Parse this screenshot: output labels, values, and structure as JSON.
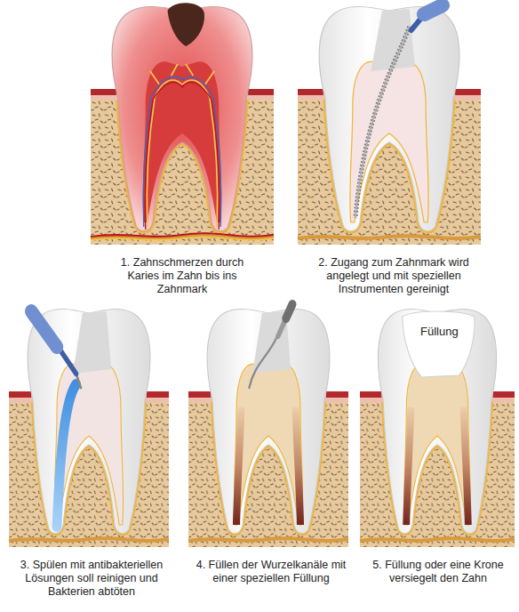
{
  "diagram": {
    "labels": [
      "1. Zahnschmerzen durch Karies im Zahn bis ins Zahnmark",
      "2. Zugang zum Zahnmark wird angelegt und mit speziellen Instrumenten gereinigt",
      "3. Spülen mit antibakteriellen Lösungen soll reinigen und Bakterien abtöten",
      "4. Füllen der Wurzelkanäle mit einer speziellen Füllung",
      "5. Füllung oder eine Krone versiegelt den Zahn",
      "Füllung"
    ]
  }
}
